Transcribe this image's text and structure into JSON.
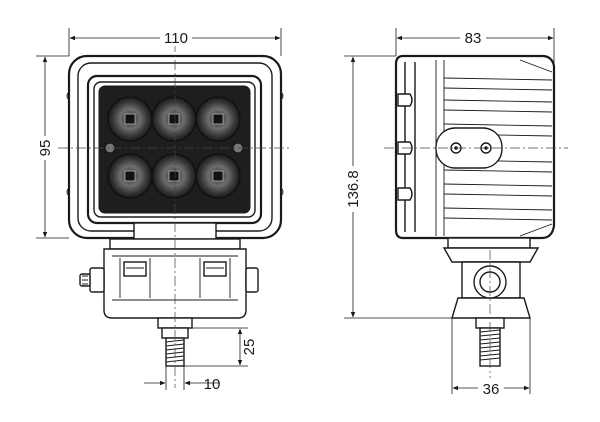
{
  "dimensions": {
    "front_width": "110",
    "front_height": "95",
    "side_depth": "83",
    "overall_height": "136.8",
    "bolt_length": "25",
    "bolt_diameter": "10",
    "bracket_width": "36"
  }
}
